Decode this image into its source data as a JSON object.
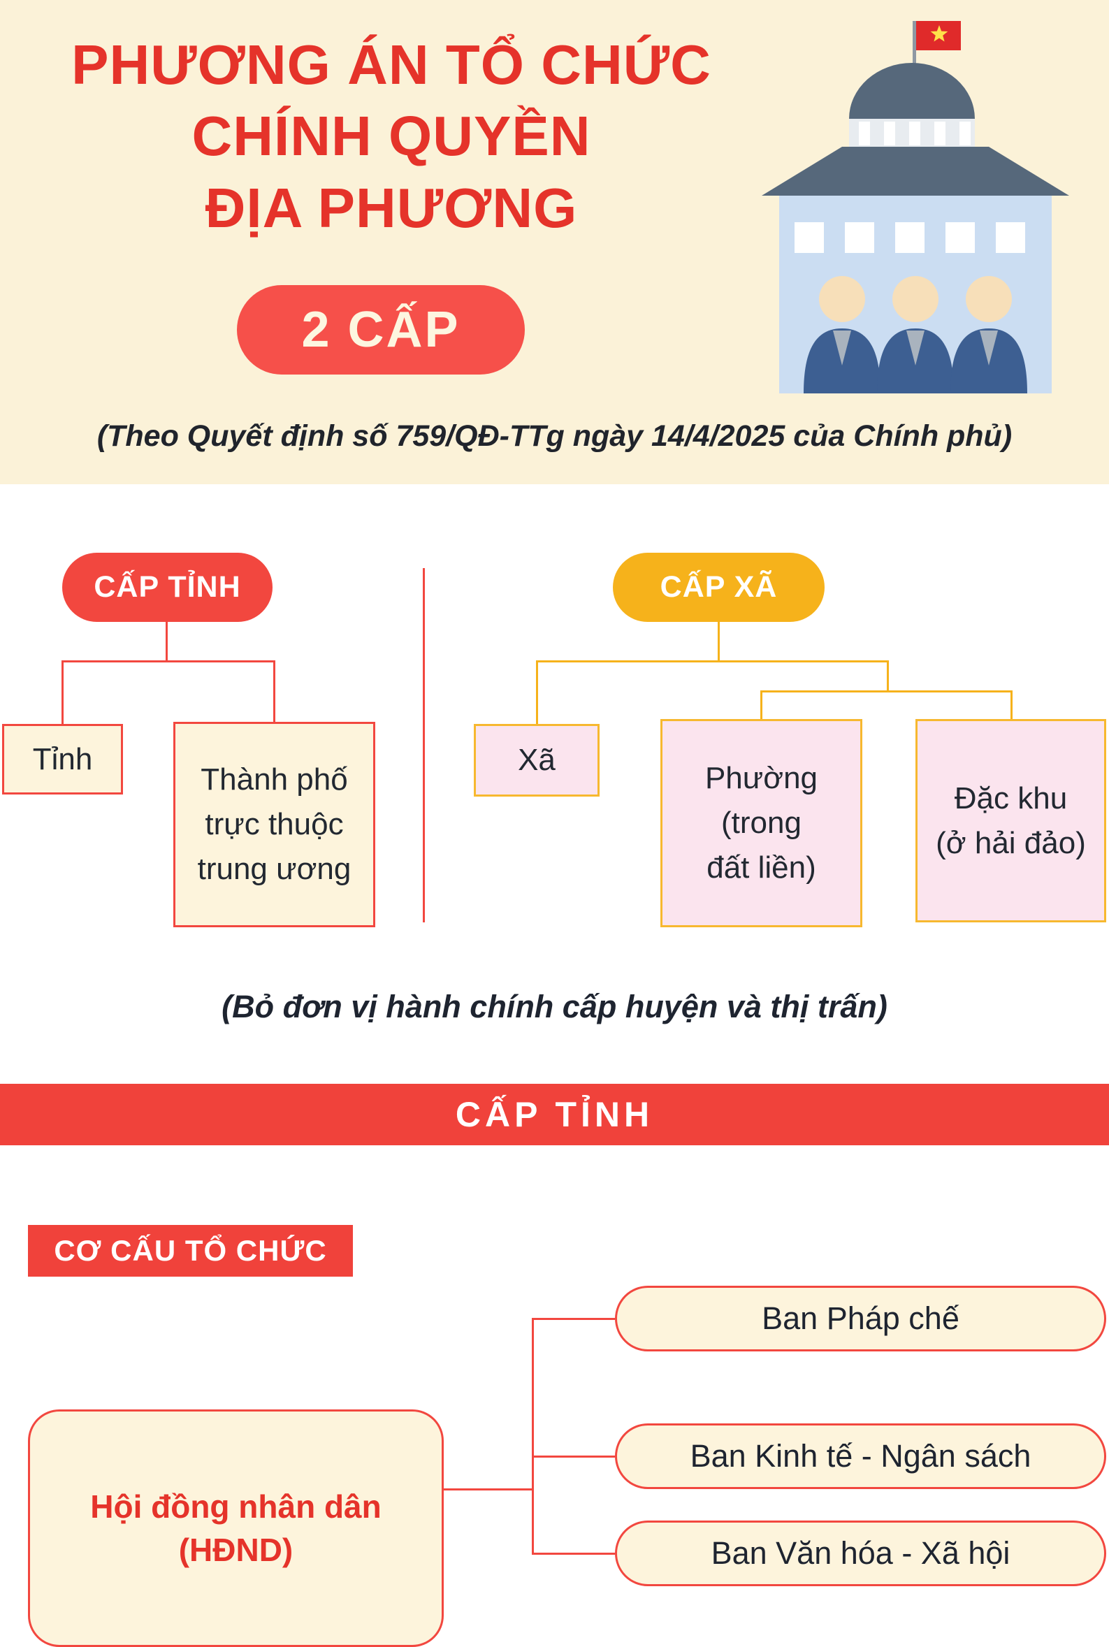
{
  "colors": {
    "red_title": "#E5332A",
    "red_pill": "#F2473F",
    "banner_red": "#F0423B",
    "yellow": "#F6B21B",
    "cream_bg": "#FBF2D8",
    "cream_box": "#FDF4DC",
    "pink_box": "#FBE4EE",
    "dark_text": "#1E2430"
  },
  "header": {
    "title": "PHƯƠNG ÁN TỔ CHỨC\nCHÍNH QUYỀN\nĐỊA PHƯƠNG",
    "badge": "2 CẤP",
    "subtitle": "(Theo Quyết định số 759/QĐ-TTg ngày 14/4/2025 của Chính phủ)",
    "building_icon": "government-building-icon"
  },
  "level_diagram": {
    "province_group": {
      "label": "CẤP TỈNH",
      "units": [
        {
          "name": "Tỉnh"
        },
        {
          "name": "Thành phố\ntrực thuộc\ntrung ương"
        }
      ]
    },
    "commune_group": {
      "label": "CẤP XÃ",
      "units": [
        {
          "name": "Xã"
        },
        {
          "name": "Phường\n(trong\nđất liền)"
        },
        {
          "name": "Đặc khu\n(ở hải đảo)"
        }
      ]
    },
    "note": "(Bỏ đơn vị hành chính cấp huyện và thị trấn)"
  },
  "province_section": {
    "banner": "CẤP TỈNH",
    "org_label": "CƠ CẤU TỔ CHỨC",
    "council": "Hội đồng nhân dân\n(HĐND)",
    "boards": [
      {
        "name": "Ban Pháp chế"
      },
      {
        "name": "Ban Kinh tế - Ngân sách"
      },
      {
        "name": "Ban Văn hóa - Xã hội"
      }
    ]
  }
}
